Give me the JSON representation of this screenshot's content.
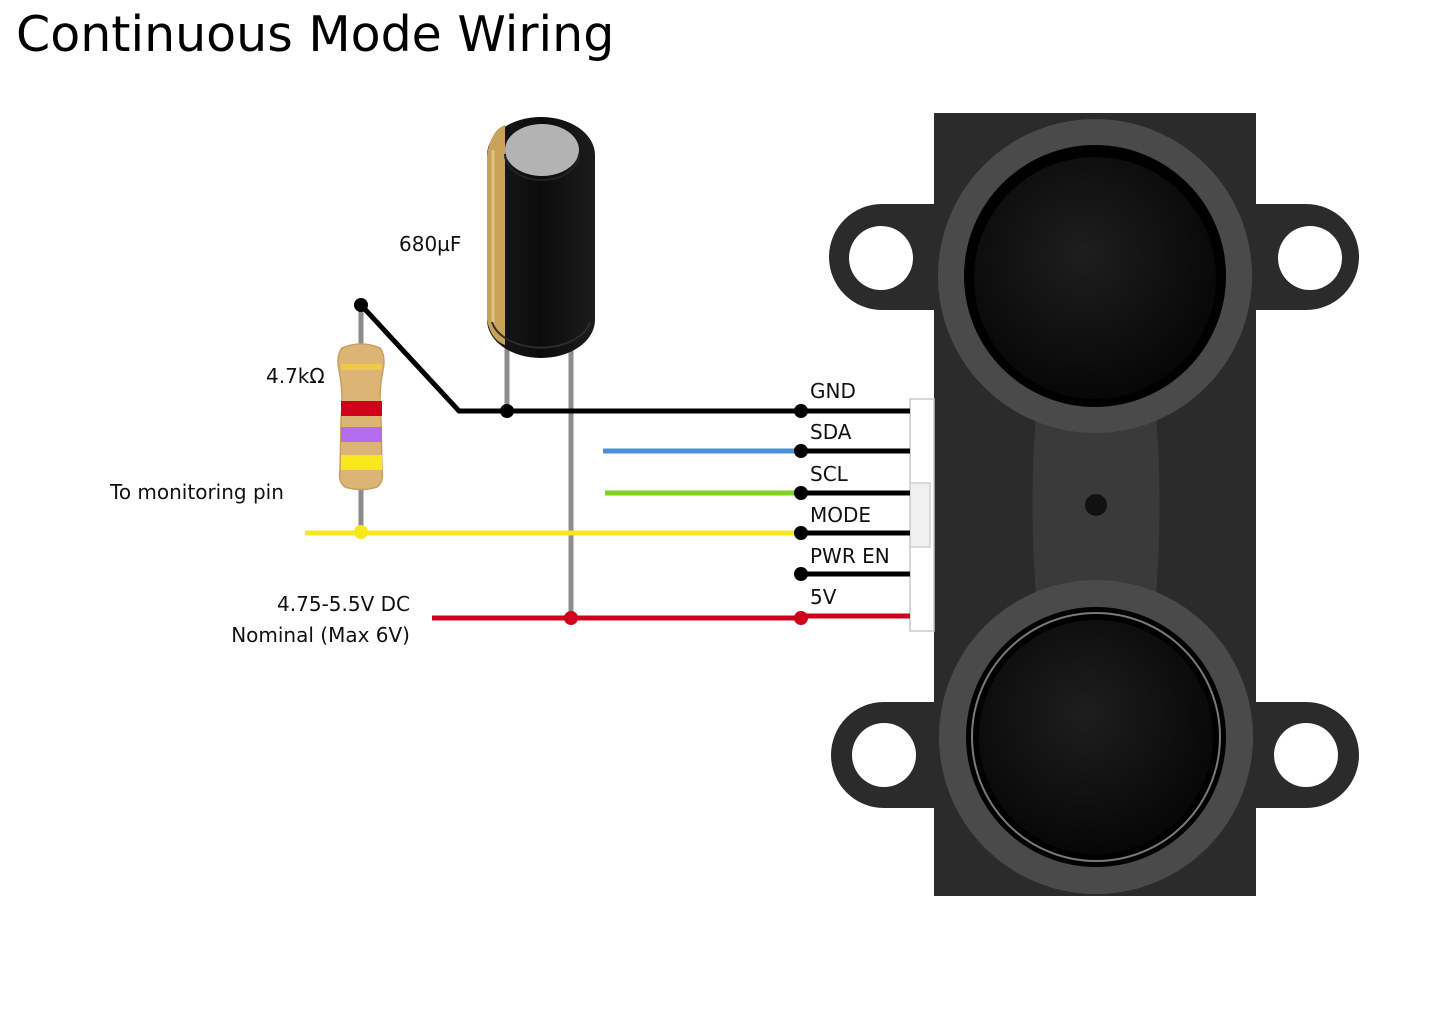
{
  "title": "Continuous Mode Wiring",
  "components": {
    "capacitor": {
      "label": "680µF"
    },
    "resistor": {
      "label": "4.7kΩ"
    }
  },
  "labels": {
    "monitoring": "To monitoring pin",
    "power_line1": "4.75-5.5V DC",
    "power_line2": "Nominal (Max 6V)"
  },
  "pins": [
    {
      "id": "gnd",
      "label": "GND"
    },
    {
      "id": "sda",
      "label": "SDA"
    },
    {
      "id": "scl",
      "label": "SCL"
    },
    {
      "id": "mode",
      "label": "MODE"
    },
    {
      "id": "pwr-en",
      "label": "PWR EN"
    },
    {
      "id": "5v",
      "label": "5V"
    }
  ],
  "colors": {
    "gnd": "#000000",
    "sda": "#4a90d9",
    "scl": "#7ed321",
    "mode": "#f8e71c",
    "power": "#d0021b",
    "lead": "#8c8c8c",
    "sensor_body": "#2b2b2b",
    "sensor_ring": "#4a4a4a",
    "resistor_body": "#dcb576"
  }
}
